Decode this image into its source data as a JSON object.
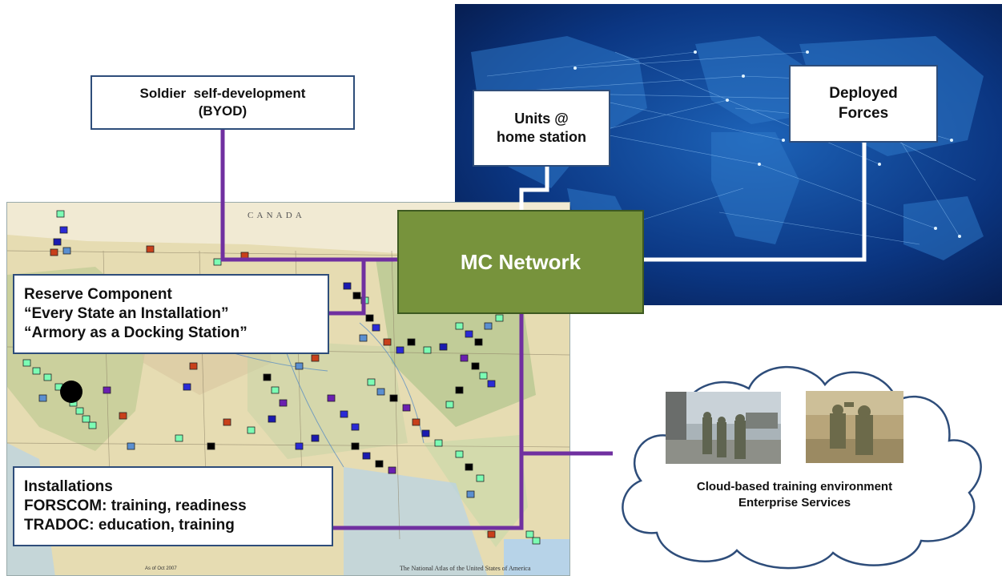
{
  "boxes": {
    "soldier": {
      "line1": "Soldier  self-development",
      "line2": "(BYOD)"
    },
    "units": {
      "line1": "Units @",
      "line2": "home station"
    },
    "deployed": {
      "line1": "Deployed",
      "line2": "Forces"
    },
    "mc_network": "MC Network",
    "reserve": {
      "line1": "Reserve Component",
      "line2": "“Every State an Installation”",
      "line3": "“Armory as a Docking Station”"
    },
    "installations": {
      "line1": "Installations",
      "line2": "FORSCOM: training, readiness",
      "line3": "TRADOC: education, training"
    }
  },
  "cloud": {
    "line1": "Cloud-based training environment",
    "line2": "Enterprise Services"
  },
  "map": {
    "canada_label": "C A N A D A",
    "footer_date": "As of Oct 2007",
    "footer_title": "The National Atlas of the United States of America"
  },
  "colors": {
    "connector": "#7030a0",
    "box_border": "#2e4d7a",
    "mc_fill": "#77933c",
    "night_map": "#0a2a66"
  }
}
